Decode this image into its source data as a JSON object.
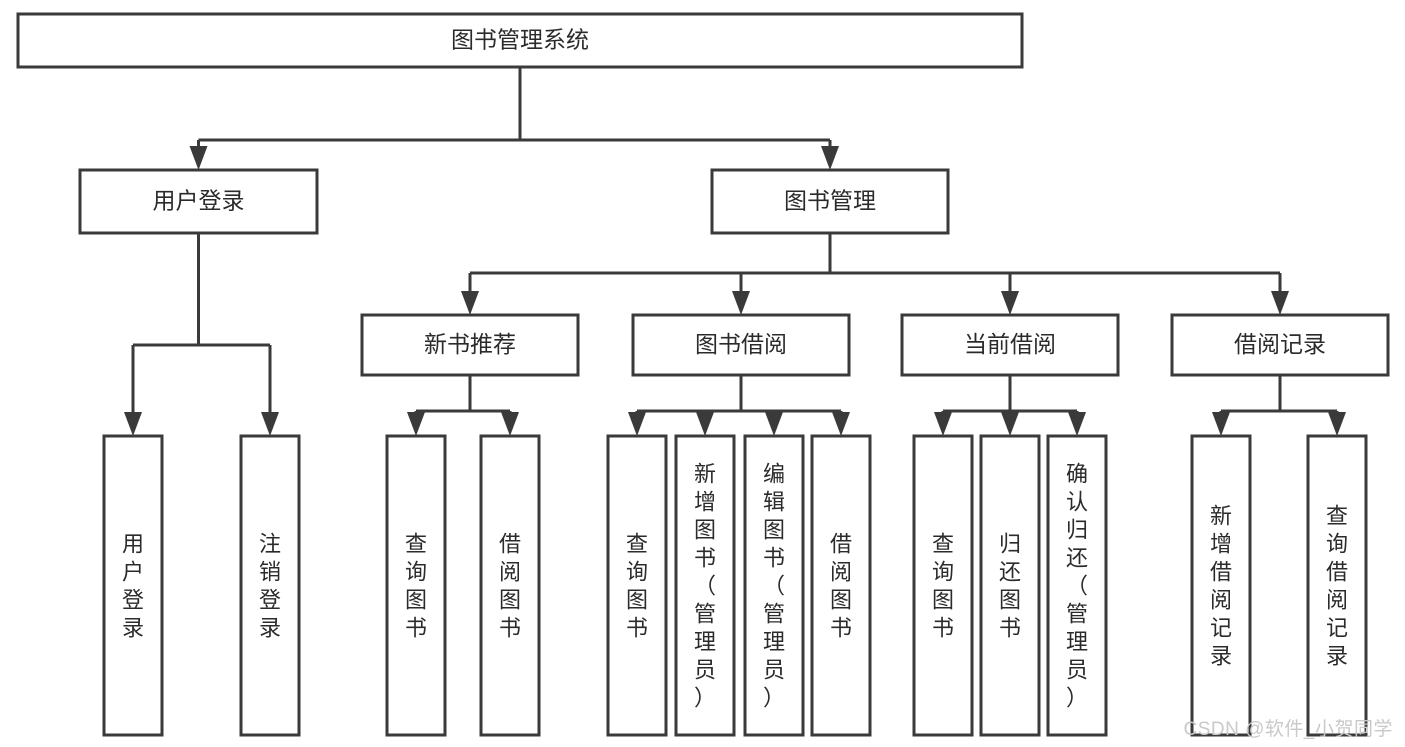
{
  "diagram": {
    "type": "tree-hierarchy-chart",
    "title": "图书管理系统",
    "watermark": "CSDN @软件_小贺同学",
    "colors": {
      "stroke": "#3a3a3a",
      "fill": "#ffffff",
      "text": "#2b2b2b",
      "watermark": "#c9c9c9"
    },
    "root": {
      "id": "root",
      "label": "图书管理系统"
    },
    "level2": [
      {
        "id": "user-login",
        "label": "用户登录"
      },
      {
        "id": "book-management",
        "label": "图书管理"
      }
    ],
    "level3": [
      {
        "id": "new-book-recommend",
        "label": "新书推荐",
        "parent": "book-management"
      },
      {
        "id": "book-borrow",
        "label": "图书借阅",
        "parent": "book-management"
      },
      {
        "id": "current-borrow",
        "label": "当前借阅",
        "parent": "book-management"
      },
      {
        "id": "borrow-record",
        "label": "借阅记录",
        "parent": "book-management"
      }
    ],
    "leaves": {
      "user-login": [
        {
          "id": "leaf-user-login",
          "label": "用户登录"
        },
        {
          "id": "leaf-user-logout",
          "label": "注销登录"
        }
      ],
      "new-book-recommend": [
        {
          "id": "leaf-query-book-1",
          "label": "查询图书"
        },
        {
          "id": "leaf-borrow-book-1",
          "label": "借阅图书"
        }
      ],
      "book-borrow": [
        {
          "id": "leaf-query-book-2",
          "label": "查询图书"
        },
        {
          "id": "leaf-add-book",
          "label": "新增图书（管理员）"
        },
        {
          "id": "leaf-edit-book",
          "label": "编辑图书（管理员）"
        },
        {
          "id": "leaf-borrow-book-2",
          "label": "借阅图书"
        }
      ],
      "current-borrow": [
        {
          "id": "leaf-query-book-3",
          "label": "查询图书"
        },
        {
          "id": "leaf-return-book",
          "label": "归还图书"
        },
        {
          "id": "leaf-confirm-return",
          "label": "确认归还（管理员）"
        }
      ],
      "borrow-record": [
        {
          "id": "leaf-add-record",
          "label": "新增借阅记录"
        },
        {
          "id": "leaf-query-record",
          "label": "查询借阅记录"
        }
      ]
    }
  }
}
